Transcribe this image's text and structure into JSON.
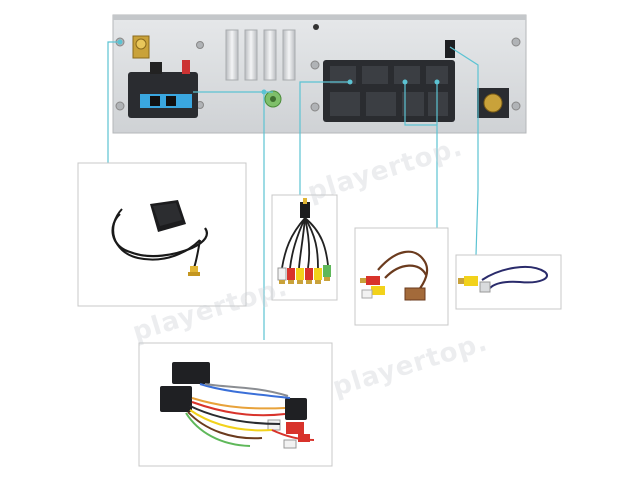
{
  "watermark": {
    "text": "playertop."
  },
  "colors": {
    "connector_line": "#5cc3d3",
    "panel_border": "#c8c8c8",
    "chassis": "#d9dbdd",
    "rca_red": "#d8332b",
    "rca_yellow": "#f2d21b",
    "rca_white": "#f2f2f2",
    "rca_green": "#5fb85a"
  },
  "items": [
    {
      "id": "gps-antenna",
      "label": ""
    },
    {
      "id": "rca-av-cable",
      "label": ""
    },
    {
      "id": "rca-adapter-cable",
      "label": ""
    },
    {
      "id": "camera-cable",
      "label": ""
    },
    {
      "id": "iso-harness",
      "label": ""
    }
  ]
}
